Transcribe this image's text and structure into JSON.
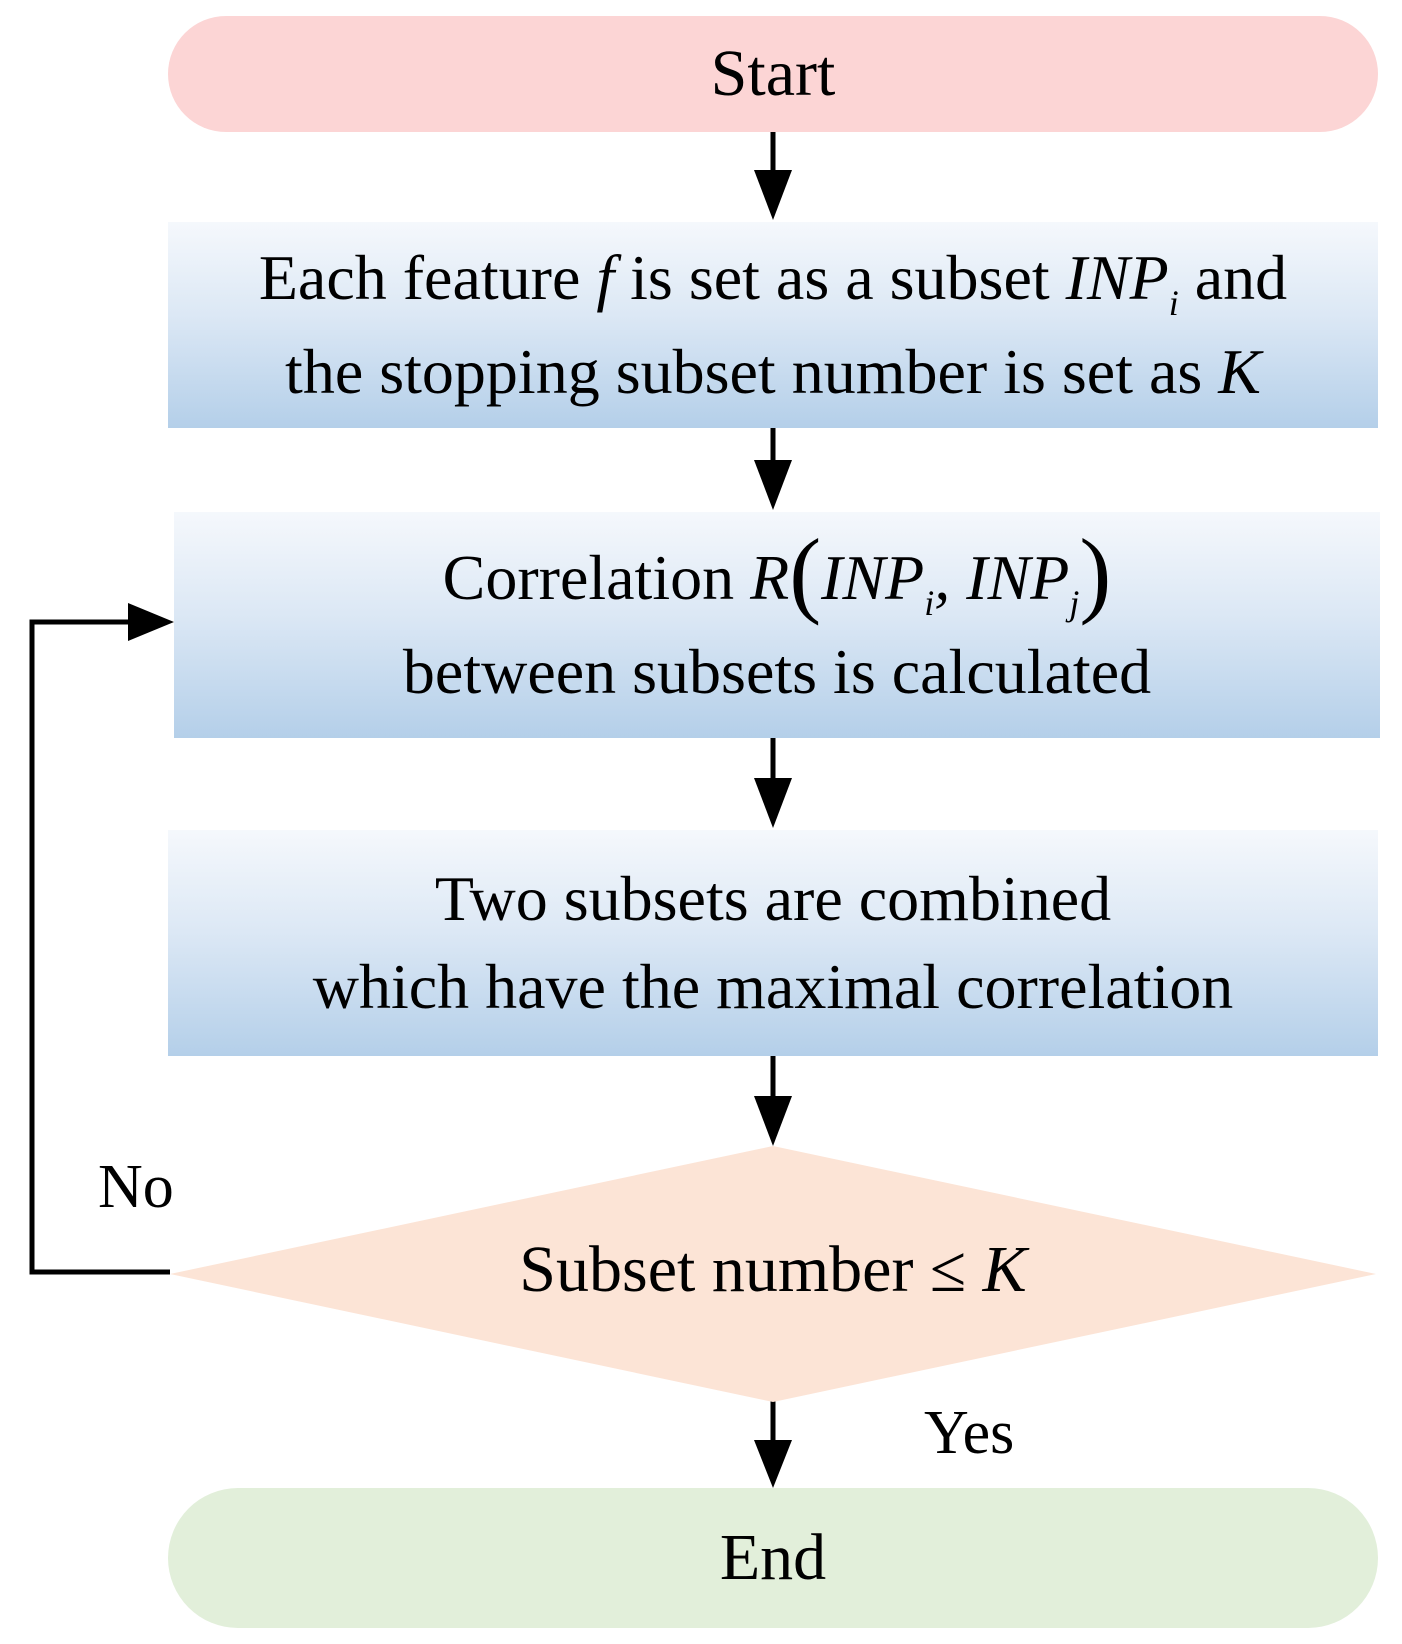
{
  "colors": {
    "start_fill": "#fcd5d5",
    "process_top": "#f5f8fc",
    "process_bottom": "#b4cfe9",
    "decision_fill": "#fce4d6",
    "end_fill": "#e2efda",
    "connector": "#000000"
  },
  "nodes": {
    "start": {
      "label": "Start"
    },
    "init": {
      "line1_a": "Each feature ",
      "line1_f": "f",
      "line1_b": " is set as a subset ",
      "line1_inp": "INP",
      "line1_sub": "i",
      "line1_c": " and",
      "line2_a": "the stopping subset number is set as ",
      "line2_k": "K"
    },
    "correlation": {
      "line1_a": "Correlation ",
      "line1_r": "R",
      "paren_open": "(",
      "inp1": "INP",
      "sub1": "i",
      "comma": ", ",
      "inp2": "INP",
      "sub2": "j",
      "paren_close": ")",
      "line2": "between subsets is calculated"
    },
    "combine": {
      "line1": "Two subsets are combined",
      "line2": "which have the maximal correlation"
    },
    "decision": {
      "text": "Subset number  ≤ ",
      "k": "K"
    },
    "end": {
      "label": "End"
    }
  },
  "edges": {
    "no_label": "No",
    "yes_label": "Yes"
  }
}
